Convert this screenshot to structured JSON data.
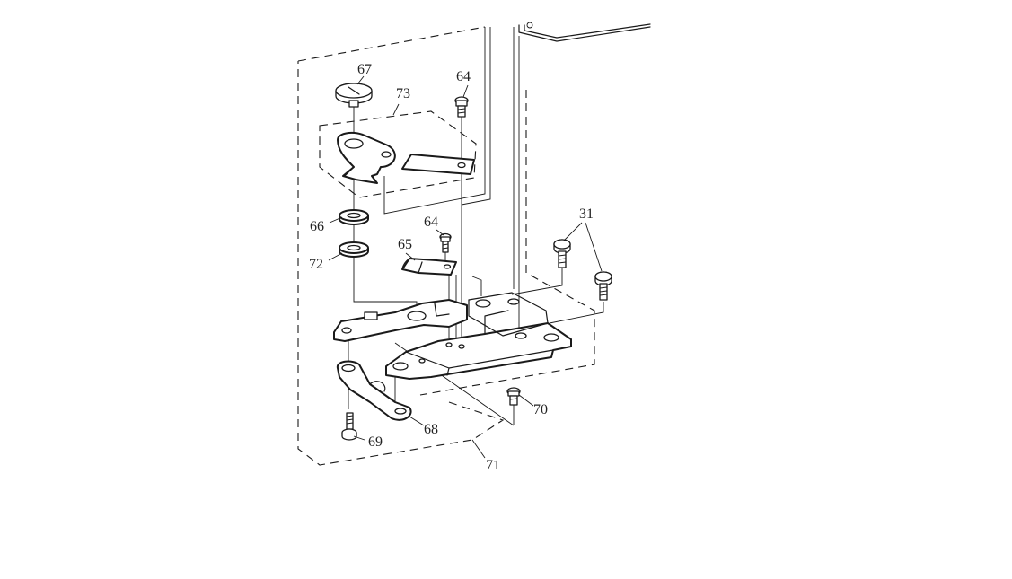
{
  "diagram": {
    "part_labels": {
      "p67": "67",
      "p73": "73",
      "p64a": "64",
      "p64b": "64",
      "p31": "31",
      "p66": "66",
      "p72": "72",
      "p65": "65",
      "p70": "70",
      "p68": "68",
      "p69": "69",
      "p71": "71"
    }
  }
}
